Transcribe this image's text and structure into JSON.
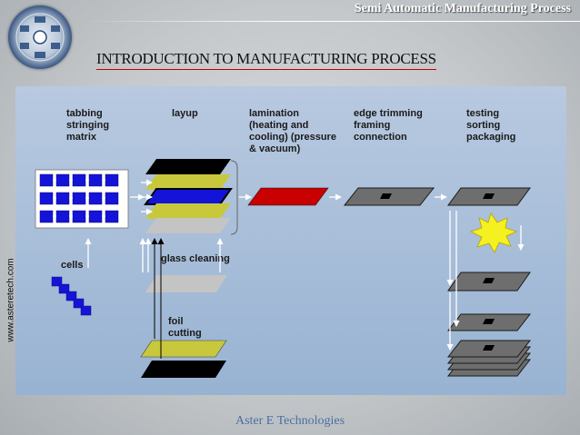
{
  "header": {
    "title": "Semi Automatic Manufacturing Process"
  },
  "slide": {
    "title": "INTRODUCTION TO MANUFACTURING PROCESS",
    "side_url": "www.asteretech.com",
    "footer": "Aster E Technologies"
  },
  "diagram": {
    "stages": [
      {
        "lines": [
          "tabbing",
          "stringing",
          "matrix"
        ]
      },
      {
        "lines": [
          "layup"
        ]
      },
      {
        "lines": [
          "lamination",
          "(heating and",
          "cooling) (pressure",
          "& vacuum)"
        ]
      },
      {
        "lines": [
          "edge trimming",
          "framing",
          "connection"
        ]
      },
      {
        "lines": [
          "testing",
          "sorting",
          "packaging"
        ]
      }
    ],
    "labels": {
      "cells": "cells",
      "glass_cleaning": "glass cleaning",
      "foil_cutting": [
        "foil",
        "cutting"
      ]
    },
    "colors": {
      "cell_blue": "#1414d8",
      "eva_yellow": "#c8c83c",
      "laminate_red": "#c80000",
      "panel_grey": "#6e6e6e",
      "backsheet_black": "#000000",
      "burst_yellow": "#f5f020"
    }
  }
}
